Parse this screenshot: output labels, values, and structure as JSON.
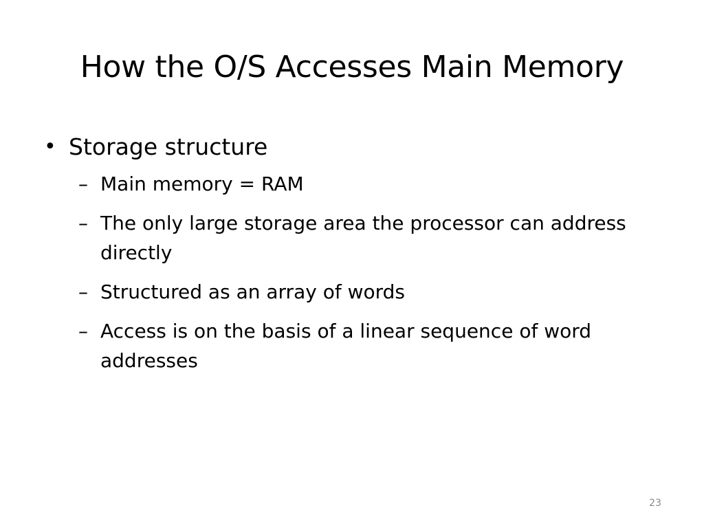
{
  "slide": {
    "title": "How the O/S Accesses Main Memory",
    "bullets": [
      {
        "marker": "•",
        "text": "Storage structure",
        "sub_marker": "–",
        "sub_items": [
          "Main memory = RAM",
          "The only large storage area the processor can address directly",
          "Structured as an array of words",
          "Access is on the basis of a linear sequence of word addresses"
        ]
      }
    ],
    "slide_number": "23"
  }
}
